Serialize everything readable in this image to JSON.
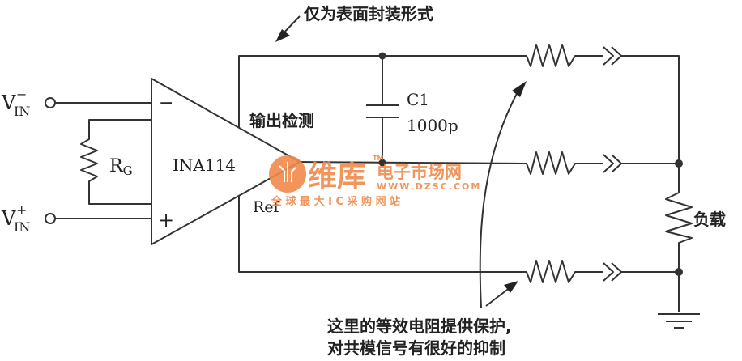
{
  "labels": {
    "vin_minus": "V",
    "vin_minus_sub": "IN",
    "vin_minus_sup": "−",
    "vin_plus": "V",
    "vin_plus_sub": "IN",
    "vin_plus_sup": "+",
    "rg": "R",
    "rg_sub": "G",
    "amp": "INA114",
    "minus_pin": "−",
    "plus_pin": "+",
    "ref": "Ref",
    "sense": "输出检测",
    "cap_name": "C1",
    "cap_value": "1000p",
    "load": "负载",
    "top_note": "仅为表面封装形式",
    "bottom_note_line1": "这里的等效电阻提供保护,",
    "bottom_note_line2": "对共模信号有很好的抑制"
  },
  "watermark": {
    "brand": "维库",
    "tm": "TM",
    "name": "电子市场网",
    "url": "WWW.DZSC.COM",
    "slogan": "全 球 最 大 I C 采 购 网 站",
    "color": "#f08a4b"
  },
  "colors": {
    "wire": "#333333"
  }
}
